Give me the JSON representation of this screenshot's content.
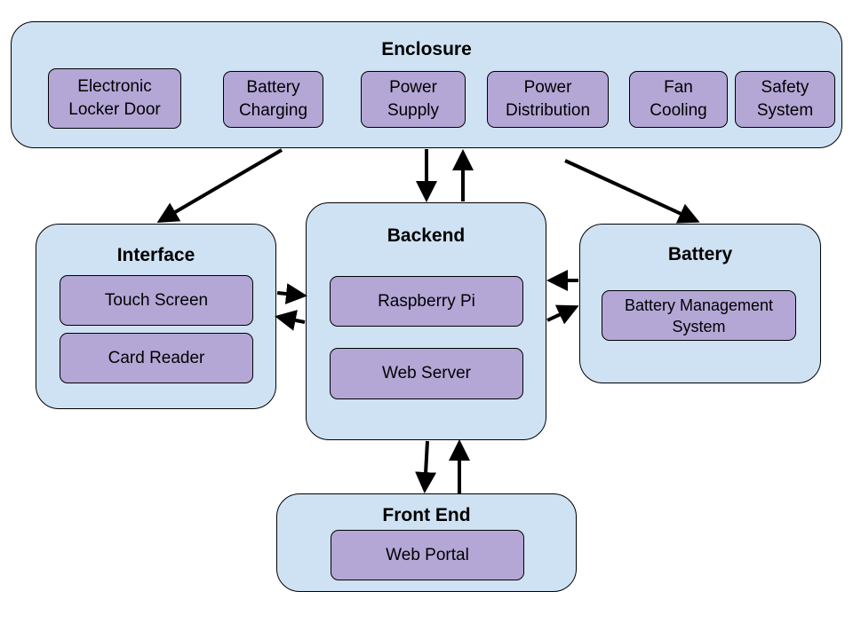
{
  "enclosure": {
    "title": "Enclosure",
    "items": [
      "Electronic\nLocker Door",
      "Battery\nCharging",
      "Power\nSupply",
      "Power\nDistribution",
      "Fan\nCooling",
      "Safety\nSystem"
    ]
  },
  "interface": {
    "title": "Interface",
    "items": [
      "Touch Screen",
      "Card Reader"
    ]
  },
  "backend": {
    "title": "Backend",
    "items": [
      "Raspberry Pi",
      "Web Server"
    ]
  },
  "battery": {
    "title": "Battery",
    "items": [
      "Battery Management\nSystem"
    ]
  },
  "frontend": {
    "title": "Front End",
    "items": [
      "Web Portal"
    ]
  },
  "colors": {
    "group_fill": "#cfe2f3",
    "box_fill": "#b4a7d6",
    "stroke": "#000000"
  }
}
